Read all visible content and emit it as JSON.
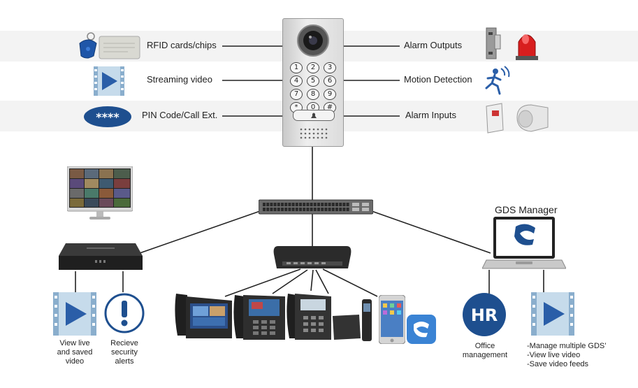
{
  "left_features": [
    {
      "label": "RFID cards/chips",
      "icon": "rfid-card-icon"
    },
    {
      "label": "Streaming video",
      "icon": "video-play-icon"
    },
    {
      "label": "PIN Code/Call Ext.",
      "icon": "pin-code-icon"
    }
  ],
  "pin_text": "****",
  "right_features": [
    {
      "label": "Alarm Outputs",
      "icon": "alarm-output-icon"
    },
    {
      "label": "Motion Detection",
      "icon": "motion-detection-icon"
    },
    {
      "label": "Alarm Inputs",
      "icon": "alarm-input-icon"
    }
  ],
  "keypad_keys": [
    "1",
    "2",
    "3",
    "4",
    "5",
    "6",
    "7",
    "8",
    "9",
    "*",
    "0",
    "#"
  ],
  "gds_manager": {
    "title": "GDS Manager"
  },
  "nvr_captions": [
    {
      "lines": [
        "View live",
        "and saved",
        "video"
      ]
    },
    {
      "lines": [
        "Recieve",
        "security",
        "alerts"
      ]
    }
  ],
  "hr_badge": "HR",
  "office": {
    "lines": [
      "Office",
      "management"
    ]
  },
  "manager_features": [
    "-Manage multiple GDS’",
    "-View live video",
    "-Save video feeds"
  ],
  "colors": {
    "brand_blue": "#1e4f8f",
    "video_blue": "#2a5ea8",
    "line": "#222222",
    "alarm_red": "#d81e1e"
  }
}
